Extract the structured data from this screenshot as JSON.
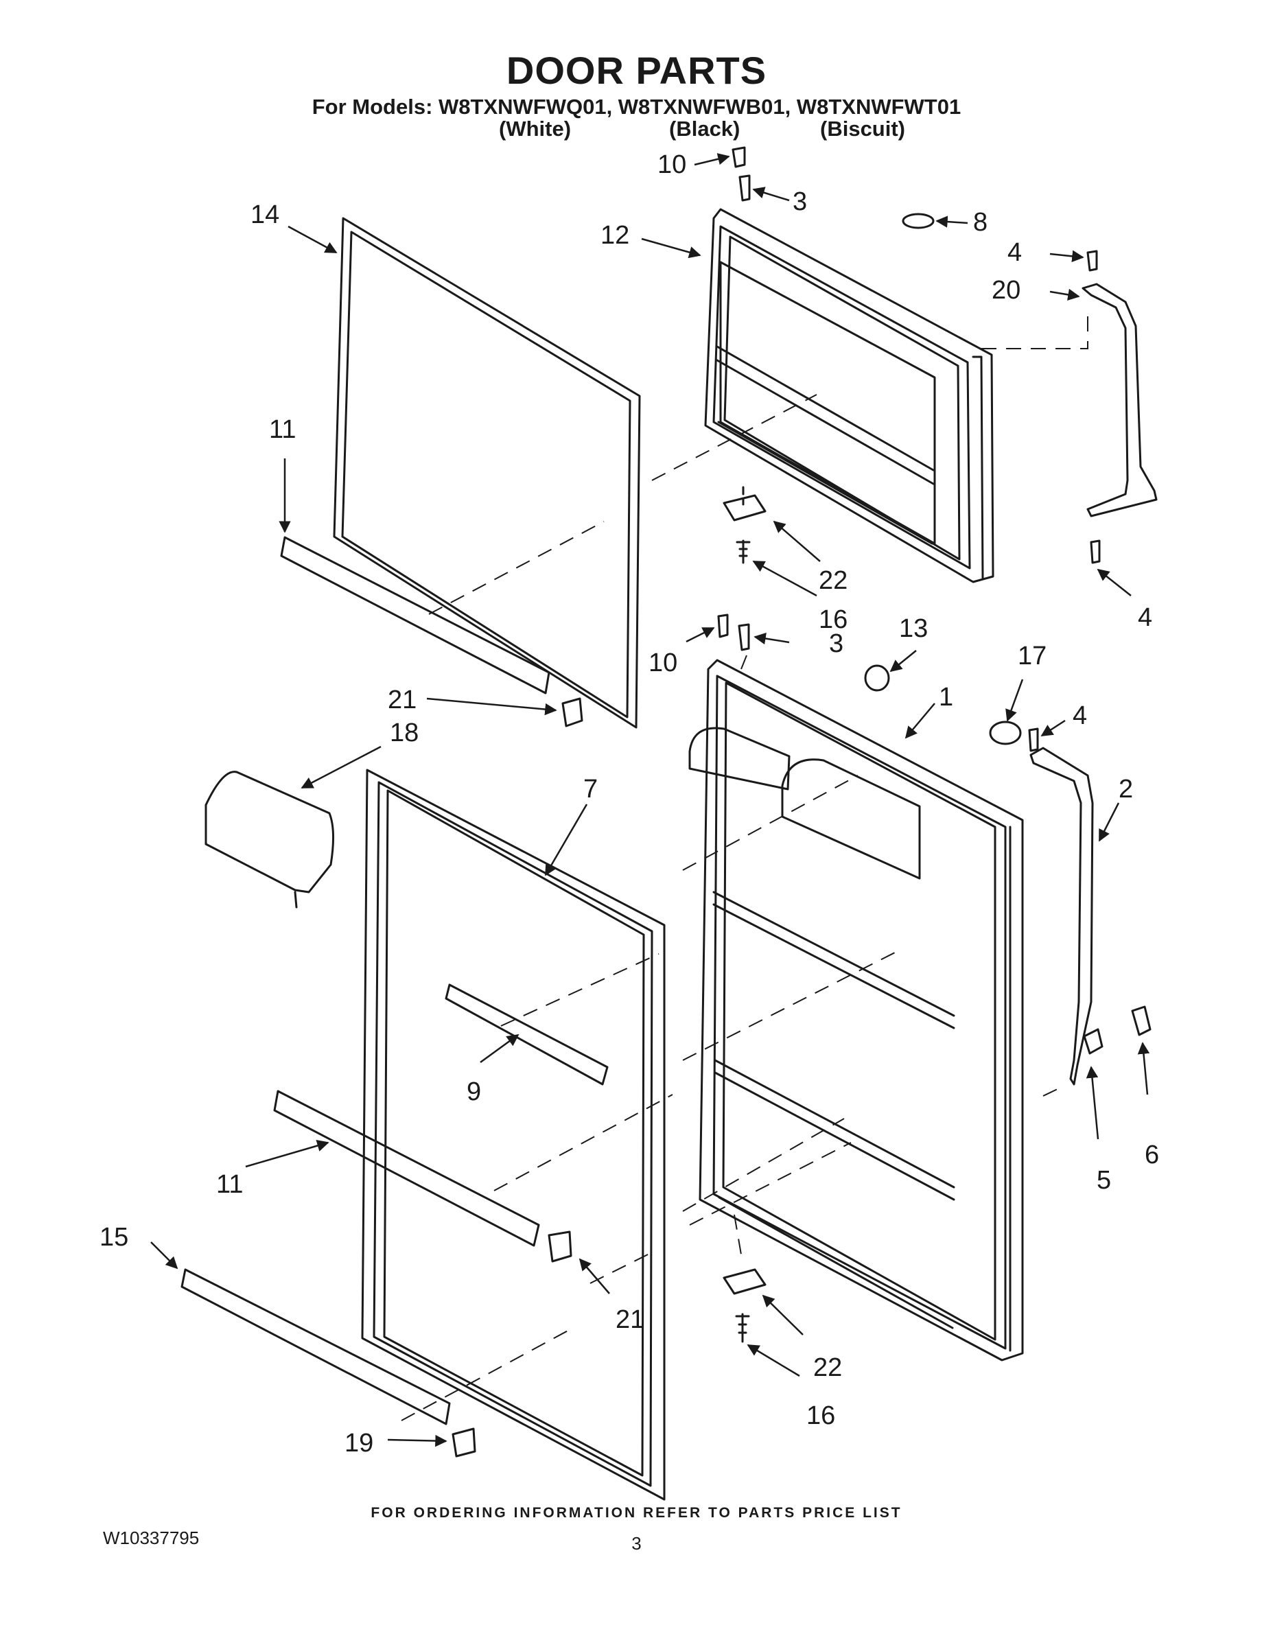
{
  "header": {
    "title": "DOOR PARTS",
    "models_line": "For Models: W8TXNWFWQ01, W8TXNWFWB01, W8TXNWFWT01",
    "colors": [
      "(White)",
      "(Black)",
      "(Biscuit)"
    ]
  },
  "callouts": [
    "10",
    "3",
    "8",
    "14",
    "12",
    "4",
    "20",
    "11",
    "22",
    "16",
    "4",
    "10",
    "3",
    "13",
    "1",
    "17",
    "4",
    "21",
    "18",
    "7",
    "2",
    "9",
    "11",
    "5",
    "6",
    "15",
    "21",
    "22",
    "16",
    "19"
  ],
  "footer": {
    "ordering_note": "FOR ORDERING INFORMATION REFER TO PARTS PRICE LIST",
    "document_number": "W10337795",
    "page_number": "3"
  }
}
